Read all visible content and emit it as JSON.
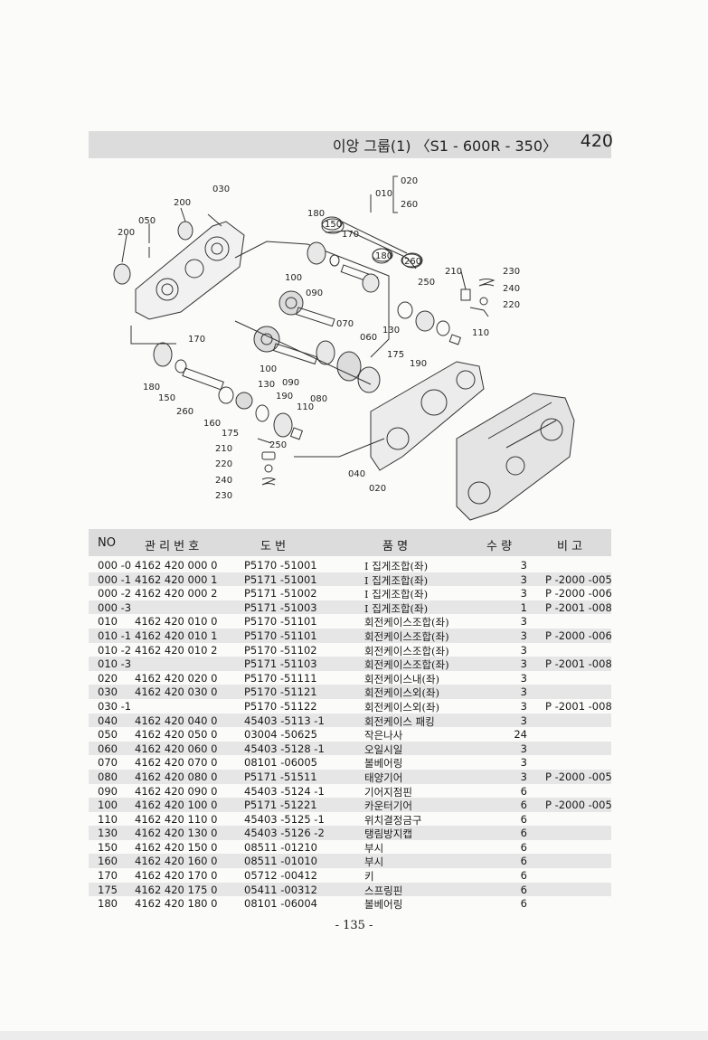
{
  "header": {
    "title": "이앙 그룹(1) 〈S1 - 600R - 350〉",
    "section_no": "420"
  },
  "diagram_labels": {
    "l030": "030",
    "l200a": "200",
    "l050": "050",
    "l200b": "200",
    "l180a": "180",
    "l150a": "150",
    "l170a": "170",
    "l180b": "180",
    "l260a": "260",
    "l010": "010",
    "l020a": "020",
    "l260b": "260",
    "l100a": "100",
    "l090a": "090",
    "l250a": "250",
    "l210a": "210",
    "l230a": "230",
    "l240a": "240",
    "l220a": "220",
    "l070": "070",
    "l060": "060",
    "l130a": "130",
    "l110a": "110",
    "l175a": "175",
    "l190a": "190",
    "l170b": "170",
    "l100b": "100",
    "l090b": "090",
    "l180c": "180",
    "l130b": "130",
    "l150b": "150",
    "l190b": "190",
    "l080": "080",
    "l260c": "260",
    "l110b": "110",
    "l160": "160",
    "l175b": "175",
    "l250b": "250",
    "l210b": "210",
    "l220b": "220",
    "l240b": "240",
    "l230b": "230",
    "l040": "040",
    "l020b": "020"
  },
  "table": {
    "headers": {
      "no": "NO",
      "mgmt": "관 리 번 호",
      "drawing": "도          번",
      "name": "품          명",
      "qty": "수 량",
      "note": "비   고"
    },
    "rows": [
      {
        "no": "000 -0",
        "mgmt": "4162  420  000  0",
        "drawing": "P5170  -51001",
        "name": "I 집게조합(좌)",
        "qty": "3",
        "note": ""
      },
      {
        "no": "000 -1",
        "mgmt": "4162  420  000  1",
        "drawing": "P5171  -51001",
        "name": "I 집게조합(좌)",
        "qty": "3",
        "note": "P -2000 -005"
      },
      {
        "no": "000 -2",
        "mgmt": "4162  420  000  2",
        "drawing": "P5171  -51002",
        "name": "I 집게조합(좌)",
        "qty": "3",
        "note": "P -2000 -006"
      },
      {
        "no": "000 -3",
        "mgmt": "",
        "drawing": "P5171  -51003",
        "name": "I 집게조합(좌)",
        "qty": "1",
        "note": "P -2001 -008"
      },
      {
        "no": "010",
        "mgmt": "4162  420  010  0",
        "drawing": "P5170  -51101",
        "name": "회전케이스조합(좌)",
        "qty": "3",
        "note": ""
      },
      {
        "no": "010 -1",
        "mgmt": "4162  420  010  1",
        "drawing": "P5170  -51101",
        "name": "회전케이스조합(좌)",
        "qty": "3",
        "note": "P -2000 -006"
      },
      {
        "no": "010 -2",
        "mgmt": "4162  420  010  2",
        "drawing": "P5170  -51102",
        "name": "회전케이스조합(좌)",
        "qty": "3",
        "note": ""
      },
      {
        "no": "010 -3",
        "mgmt": "",
        "drawing": "P5171  -51103",
        "name": "회전케이스조합(좌)",
        "qty": "3",
        "note": "P -2001 -008"
      },
      {
        "no": "020",
        "mgmt": "4162  420  020  0",
        "drawing": "P5170  -51111",
        "name": "회전케이스내(좌)",
        "qty": "3",
        "note": ""
      },
      {
        "no": "030",
        "mgmt": "4162  420  030  0",
        "drawing": "P5170  -51121",
        "name": "회전케이스외(좌)",
        "qty": "3",
        "note": ""
      },
      {
        "no": "030 -1",
        "mgmt": "",
        "drawing": "P5170  -51122",
        "name": "회전케이스외(좌)",
        "qty": "3",
        "note": "P -2001 -008"
      },
      {
        "no": "040",
        "mgmt": "4162  420  040  0",
        "drawing": "45403  -5113  -1",
        "name": "회전케이스 패킹",
        "qty": "3",
        "note": ""
      },
      {
        "no": "050",
        "mgmt": "4162  420  050  0",
        "drawing": "03004  -50625",
        "name": "작은나사",
        "qty": "24",
        "note": ""
      },
      {
        "no": "060",
        "mgmt": "4162  420  060  0",
        "drawing": "45403  -5128  -1",
        "name": "오일시일",
        "qty": "3",
        "note": ""
      },
      {
        "no": "070",
        "mgmt": "4162  420  070  0",
        "drawing": "08101  -06005",
        "name": "볼베어링",
        "qty": "3",
        "note": ""
      },
      {
        "no": "080",
        "mgmt": "4162  420  080  0",
        "drawing": "P5171  -51511",
        "name": "태양기어",
        "qty": "3",
        "note": "P -2000 -005"
      },
      {
        "no": "090",
        "mgmt": "4162  420  090  0",
        "drawing": "45403  -5124  -1",
        "name": "기어지점핀",
        "qty": "6",
        "note": ""
      },
      {
        "no": "100",
        "mgmt": "4162  420  100  0",
        "drawing": "P5171  -51221",
        "name": "카운터기어",
        "qty": "6",
        "note": "P -2000 -005"
      },
      {
        "no": "110",
        "mgmt": "4162  420  110  0",
        "drawing": "45403  -5125  -1",
        "name": "위치결정금구",
        "qty": "6",
        "note": ""
      },
      {
        "no": "130",
        "mgmt": "4162  420  130  0",
        "drawing": "45403  -5126  -2",
        "name": "탱림방지캡",
        "qty": "6",
        "note": ""
      },
      {
        "no": "150",
        "mgmt": "4162  420  150  0",
        "drawing": "08511  -01210",
        "name": "부시",
        "qty": "6",
        "note": ""
      },
      {
        "no": "160",
        "mgmt": "4162  420  160  0",
        "drawing": "08511  -01010",
        "name": "부시",
        "qty": "6",
        "note": ""
      },
      {
        "no": "170",
        "mgmt": "4162  420  170  0",
        "drawing": "05712  -00412",
        "name": "키",
        "qty": "6",
        "note": ""
      },
      {
        "no": "175",
        "mgmt": "4162  420  175  0",
        "drawing": "05411  -00312",
        "name": "스프링핀",
        "qty": "6",
        "note": ""
      },
      {
        "no": "180",
        "mgmt": "4162  420  180  0",
        "drawing": "08101  -06004",
        "name": "볼베어링",
        "qty": "6",
        "note": ""
      }
    ]
  },
  "footer": {
    "page_label": "- 135 -"
  }
}
